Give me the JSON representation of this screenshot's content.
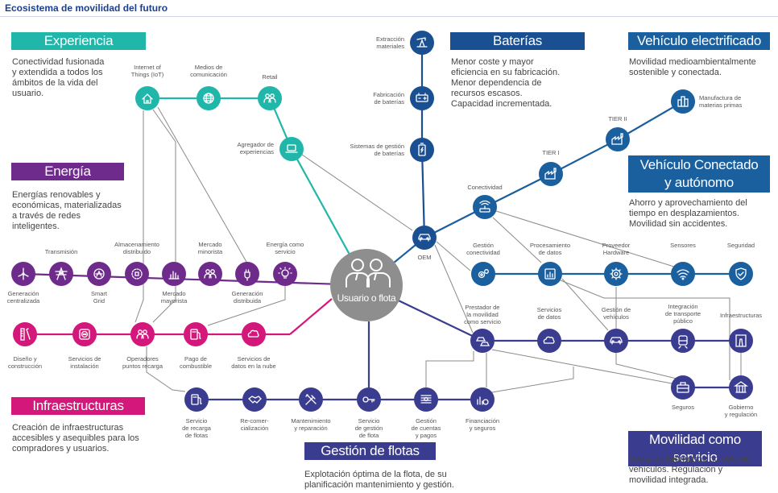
{
  "title": "Ecosistema de movilidad del futuro",
  "center": {
    "label": "Usuario o flota"
  },
  "colors": {
    "experiencia": "#20b6a9",
    "energia": "#6e2b8c",
    "infraestructuras": "#d4177b",
    "baterias": "#1a4f91",
    "gestion": "#3a3c8f",
    "vehiculo": "#1a5f9e",
    "center": "#8e8e8e"
  },
  "sections": {
    "experiencia": {
      "title": "Experiencia",
      "text": [
        "Conectividad fusionada",
        "y extendida a todos los",
        "ámbitos de la vida del",
        "usuario."
      ]
    },
    "energia": {
      "title": "Energía",
      "text": [
        "Energías renovables y",
        "económicas, materializadas",
        "a través de redes",
        "inteligentes."
      ]
    },
    "infraestructuras": {
      "title": "Infraestructuras",
      "text": [
        "Creación de infraestructuras",
        "accesibles y asequibles para los",
        "compradores y usuarios."
      ]
    },
    "baterias": {
      "title": "Baterías",
      "text": [
        "Menor coste y mayor",
        "eficiencia en su fabricación.",
        "Menor dependencia de",
        "recursos escasos.",
        "Capacidad incrementada."
      ]
    },
    "electrificado": {
      "title": "Vehículo electrificado",
      "text": [
        "Movilidad medioambientalmente",
        "sostenible y conectada."
      ]
    },
    "conectado": {
      "title": [
        "Vehículo Conectado",
        "y autónomo"
      ],
      "text": [
        "Ahorro y aprovechamiento del",
        "tiempo en desplazamientos.",
        "Movilidad sin accidentes."
      ]
    },
    "gestion": {
      "title": "Gestión de flotas",
      "text": [
        "Explotación óptima de la flota, de su",
        "planificación mantenimiento y gestión."
      ]
    },
    "servicio": {
      "title": "Movilidad como servicio",
      "text": [
        "Venta de kilómetros no solo de",
        "vehículos. Regulación y",
        "movilidad integrada."
      ]
    }
  },
  "nodes": {
    "iot": {
      "label": [
        "Internet of",
        "Things (IoT)"
      ],
      "icon": "home-icon"
    },
    "medios": {
      "label": [
        "Medios de",
        "comunicación"
      ],
      "icon": "globe-icon"
    },
    "retail": {
      "label": [
        "Retail"
      ],
      "icon": "people-icon"
    },
    "agregador": {
      "label": [
        "Agregador de",
        "experiencias"
      ],
      "icon": "laptop-icon"
    },
    "extraccion": {
      "label": [
        "Extracción",
        "materiales"
      ],
      "icon": "oil-pump-icon"
    },
    "fabricacion": {
      "label": [
        "Fabricación",
        "de baterías"
      ],
      "icon": "battery-icon"
    },
    "sistemas": {
      "label": [
        "Sistemas de gestión",
        "de baterías"
      ],
      "icon": "battery-charge-icon"
    },
    "oem": {
      "label": [
        "OEM"
      ],
      "icon": "car-icon"
    },
    "manufactura": {
      "label": [
        "Manufactura de",
        "materias primas"
      ],
      "icon": "buildings-icon"
    },
    "tier2": {
      "label": [
        "TIER II"
      ],
      "icon": "factory-icon"
    },
    "tier1": {
      "label": [
        "TIER I"
      ],
      "icon": "factory-icon"
    },
    "conectividad": {
      "label": [
        "Conectividad"
      ],
      "icon": "router-icon"
    },
    "gestion_con": {
      "label": [
        "Gestión",
        "conectividad"
      ],
      "icon": "gears-icon"
    },
    "procesamiento": {
      "label": [
        "Procesamiento",
        "de datos"
      ],
      "icon": "data-chart-icon"
    },
    "proveedor": {
      "label": [
        "Proveedor",
        "Hardware"
      ],
      "icon": "gear-icon"
    },
    "sensores": {
      "label": [
        "Sensores"
      ],
      "icon": "wifi-icon"
    },
    "seguridad": {
      "label": [
        "Seguridad"
      ],
      "icon": "shield-icon"
    },
    "transmision": {
      "label": [
        "Transmisión"
      ],
      "icon": "pylon-icon"
    },
    "almacenamiento": {
      "label": [
        "Almacenamiento",
        "distribuido"
      ],
      "icon": "storage-icon"
    },
    "minorista": {
      "label": [
        "Mercado",
        "minorista"
      ],
      "icon": "people-icon"
    },
    "energia_com": {
      "label": [
        "Energía como",
        "servicio"
      ],
      "icon": "bulb-icon"
    },
    "gen_cent": {
      "label": [
        "Generación",
        "centralizada"
      ],
      "icon": "wind-icon"
    },
    "smart": {
      "label": [
        "Smart",
        "Grid"
      ],
      "icon": "grid-icon"
    },
    "mayorista": {
      "label": [
        "Mercado",
        "mayorista"
      ],
      "icon": "bar-chart-icon"
    },
    "gen_dist": {
      "label": [
        "Generación",
        "distribuida"
      ],
      "icon": "plug-icon"
    },
    "diseno": {
      "label": [
        "Diseño y",
        "construcción"
      ],
      "icon": "ruler-icon"
    },
    "instalacion": {
      "label": [
        "Servicios de",
        "instalación"
      ],
      "icon": "socket-icon"
    },
    "operadores": {
      "label": [
        "Operadores",
        "puntos recarga"
      ],
      "icon": "people-icon"
    },
    "pago": {
      "label": [
        "Pago de",
        "combustible"
      ],
      "icon": "fuel-icon"
    },
    "nube": {
      "label": [
        "Servicios de",
        "datos en la nube"
      ],
      "icon": "cloud-icon"
    },
    "recarga": {
      "label": [
        "Servicio",
        "de recarga",
        "de flotas"
      ],
      "icon": "fuel-icon"
    },
    "recomercial": {
      "label": [
        "Re-comer-",
        "cialización"
      ],
      "icon": "handshake-icon"
    },
    "mantenimiento": {
      "label": [
        "Mantenimiento",
        "y reparación"
      ],
      "icon": "tools-icon"
    },
    "serv_gestion": {
      "label": [
        "Servicio",
        "de gestión",
        "de flota"
      ],
      "icon": "key-icon"
    },
    "cuentas": {
      "label": [
        "Gestión",
        "de cuentas",
        "y pagos"
      ],
      "icon": "money-icon"
    },
    "financiacion": {
      "label": [
        "Financiación",
        "y seguros"
      ],
      "icon": "finance-icon"
    },
    "prestador": {
      "label": [
        "Prestador de",
        "la movilidad",
        "como servicio"
      ],
      "icon": "cars-icon"
    },
    "serv_datos": {
      "label": [
        "Servicios",
        "de datos"
      ],
      "icon": "cloud-icon"
    },
    "gest_veh": {
      "label": [
        "Gestión de",
        "vehículos"
      ],
      "icon": "car-icon"
    },
    "integracion": {
      "label": [
        "Integración",
        "de transporte",
        "público"
      ],
      "icon": "train-icon"
    },
    "infraestructuras_n": {
      "label": [
        "Infraestructuras"
      ],
      "icon": "road-icon"
    },
    "seguros": {
      "label": [
        "Seguros"
      ],
      "icon": "briefcase-icon"
    },
    "gobierno": {
      "label": [
        "Gobierno",
        "y regulación"
      ],
      "icon": "bank-icon"
    }
  }
}
